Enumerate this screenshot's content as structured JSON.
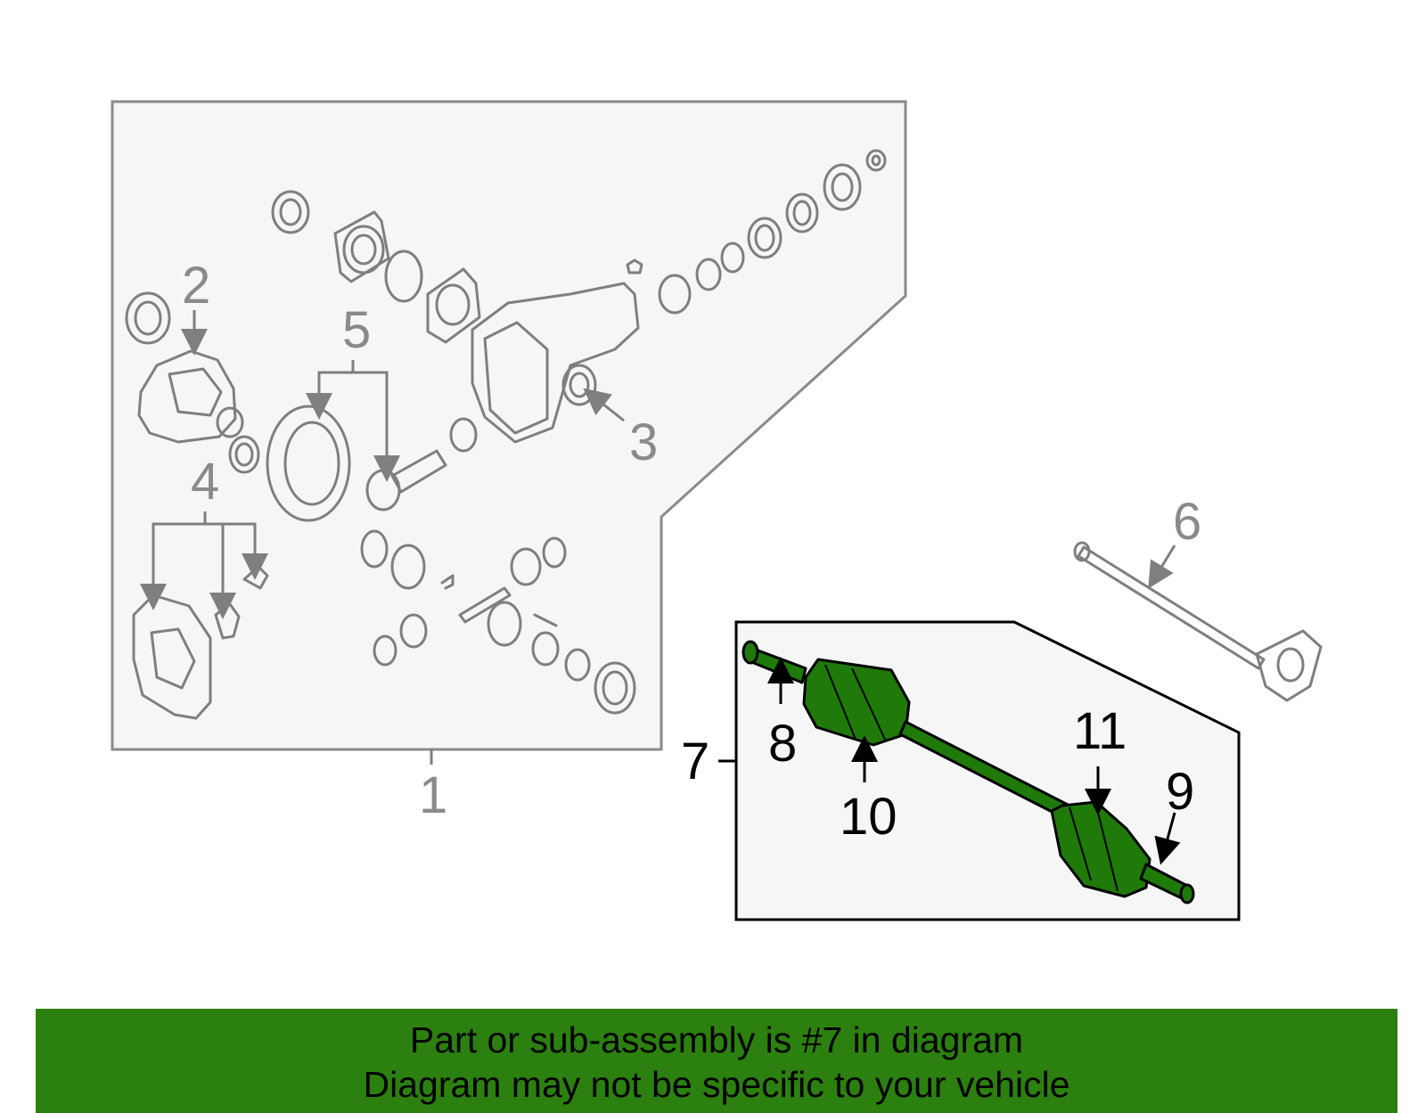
{
  "colors": {
    "banner_background": "#2c800f",
    "highlighted_part": "#1f7a0a",
    "panel_background": "#f6f6f6",
    "outline_grey": "#7f7f7f"
  },
  "callouts": {
    "c1": "1",
    "c2": "2",
    "c3": "3",
    "c4": "4",
    "c5": "5",
    "c6": "6",
    "c7": "7",
    "c8": "8",
    "c9": "9",
    "c10": "10",
    "c11": "11"
  },
  "highlighted_callout": "7",
  "banner": {
    "line1": "Part or sub-assembly is #7 in diagram",
    "line2": "Diagram may not be specific to your vehicle"
  }
}
